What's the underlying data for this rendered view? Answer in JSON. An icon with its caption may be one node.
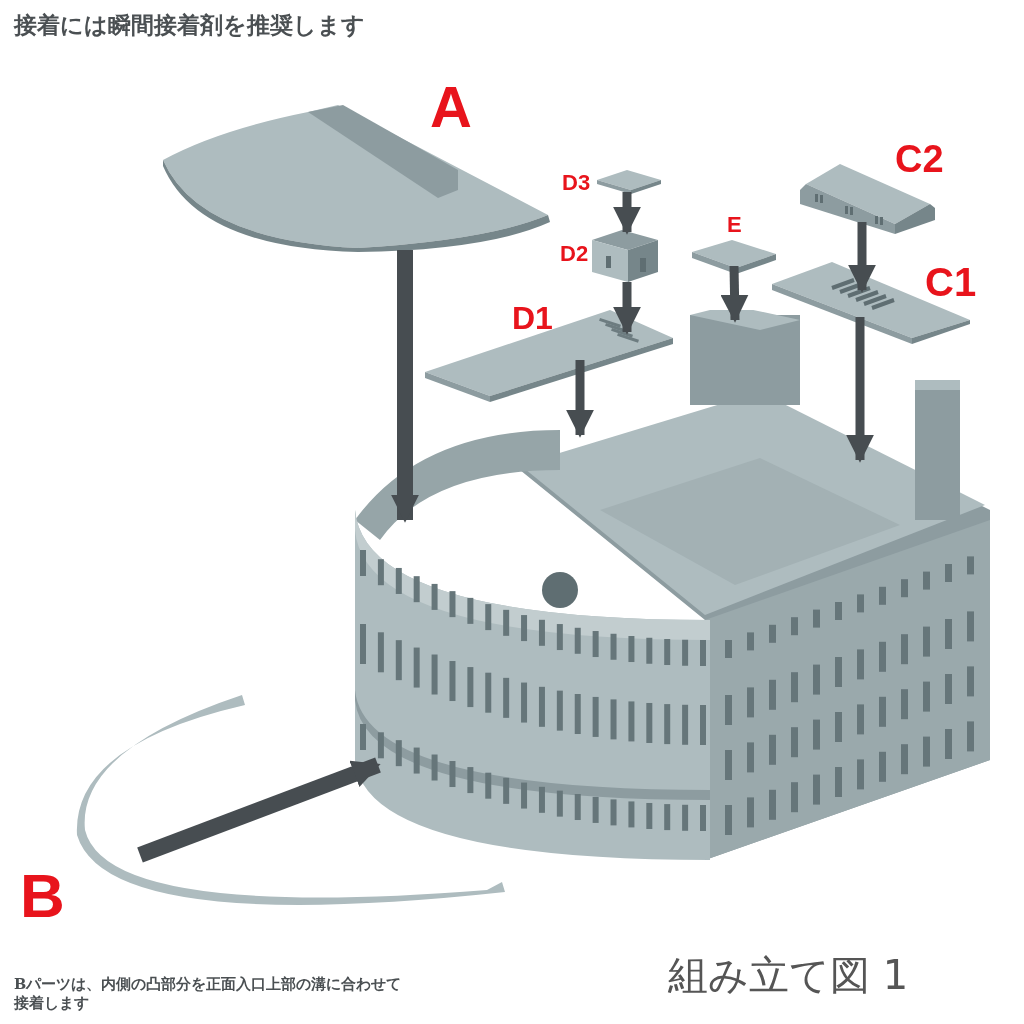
{
  "diagram": {
    "title": "接着には瞬間接着剤を推奨します",
    "caption": "組み立て図 1",
    "nodes": [
      {
        "text": [],
        "shape": "picture",
        "beside": [
          "A"
        ]
      },
      {
        "text": [],
        "shape": "picture",
        "beside": [
          "D3"
        ]
      },
      {
        "text": [],
        "shape": "picture",
        "beside": [
          "D2"
        ]
      },
      {
        "text": [],
        "shape": "picture",
        "beside": [
          "D1"
        ]
      },
      {
        "text": [],
        "shape": "picture",
        "beside": [
          "E"
        ]
      },
      {
        "text": [],
        "shape": "picture",
        "beside": [
          "C2"
        ]
      },
      {
        "text": [],
        "shape": "picture",
        "beside": [
          "C1"
        ]
      },
      {
        "text": [],
        "shape": "picture"
      },
      {
        "text": [],
        "shape": "picture",
        "beside": [
          "B"
        ]
      }
    ],
    "edges": [
      {
        "from": 0,
        "to": 7,
        "arrow": "to"
      },
      {
        "from": 1,
        "to": 2,
        "arrow": "to"
      },
      {
        "from": 2,
        "to": 3,
        "arrow": "to"
      },
      {
        "from": 3,
        "to": 7,
        "arrow": "to"
      },
      {
        "from": 4,
        "to": 7,
        "arrow": "to"
      },
      {
        "from": 5,
        "to": 6,
        "arrow": "to"
      },
      {
        "from": 6,
        "to": 7,
        "arrow": "to"
      },
      {
        "from": 8,
        "to": 7,
        "arrow": "to"
      }
    ],
    "labels": [
      "Bパーツは、内側の凸部分を正面入口上部の溝に合わせて接着します"
    ]
  }
}
